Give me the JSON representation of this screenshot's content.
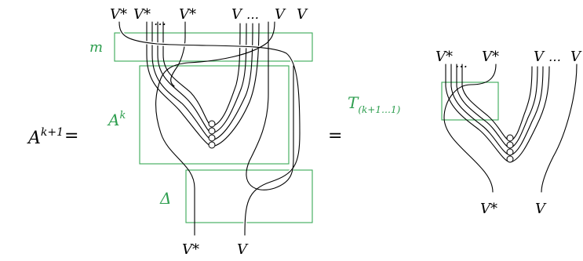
{
  "equation": {
    "lhs_base": "A",
    "lhs_exp": "k+1",
    "equals": "="
  },
  "left_diagram": {
    "top_labels": {
      "dual_first": "V*",
      "dual_second": "V*",
      "dual_dots": "…",
      "dual_last": "V*",
      "v_first": "V",
      "v_dots": "…",
      "v_mid": "V",
      "v_last": "V"
    },
    "box_m": "m",
    "box_A_base": "A",
    "box_A_exp": "k",
    "box_delta": "Δ",
    "bottom_labels": {
      "dual": "V*",
      "v": "V"
    }
  },
  "right_diagram": {
    "top_labels": {
      "dual_first": "V*",
      "dual_dots": "…",
      "dual_last": "V*",
      "v_first": "V",
      "v_dots": "…",
      "v_last": "V"
    },
    "box_T_base": "T",
    "box_T_sub": "(k+1…1)",
    "bottom_labels": {
      "dual": "V*",
      "v": "V"
    }
  },
  "colors": {
    "annotation": "#2e9e4f",
    "strand": "#000000"
  }
}
